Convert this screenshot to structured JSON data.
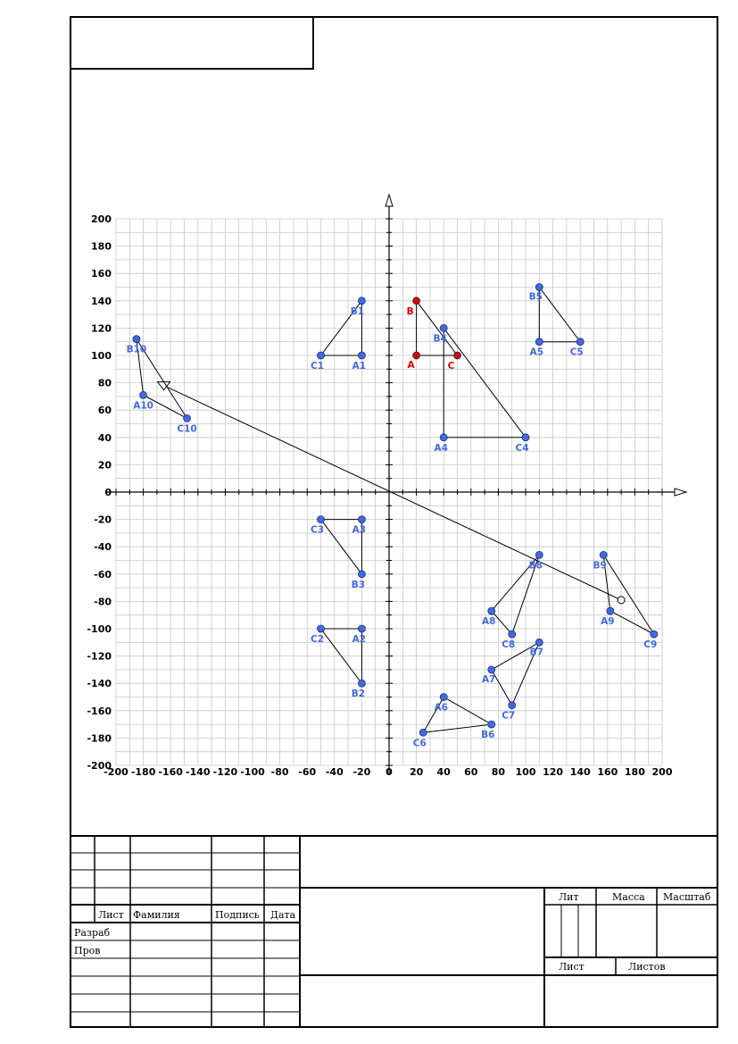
{
  "chart_data": {
    "type": "scatter",
    "xlim": [
      -200,
      200
    ],
    "ylim": [
      -200,
      200
    ],
    "tick_step": 20,
    "grid": true,
    "x_ticks": [
      "-200",
      "-180",
      "-160",
      "-140",
      "-120",
      "-100",
      "-80",
      "-60",
      "-40",
      "-20",
      "0",
      "20",
      "40",
      "60",
      "80",
      "100",
      "120",
      "140",
      "160",
      "180",
      "200"
    ],
    "y_ticks": [
      "200",
      "180",
      "160",
      "140",
      "120",
      "100",
      "80",
      "60",
      "40",
      "20",
      "0",
      "-20",
      "-40",
      "-60",
      "-80",
      "-100",
      "-120",
      "-140",
      "-160",
      "-180",
      "-200"
    ],
    "colors": {
      "base": "#dd0000",
      "derived": "#4169e1",
      "grid": "#c8c8c8"
    },
    "base_triangle": {
      "points": [
        {
          "label": "A",
          "x": 20,
          "y": 100
        },
        {
          "label": "B",
          "x": 20,
          "y": 140
        },
        {
          "label": "C",
          "x": 50,
          "y": 100
        }
      ]
    },
    "triangles": [
      {
        "points": [
          {
            "label": "A1",
            "x": -20,
            "y": 100
          },
          {
            "label": "B1",
            "x": -20,
            "y": 140
          },
          {
            "label": "C1",
            "x": -50,
            "y": 100
          }
        ]
      },
      {
        "points": [
          {
            "label": "A2",
            "x": -20,
            "y": -100
          },
          {
            "label": "B2",
            "x": -20,
            "y": -140
          },
          {
            "label": "C2",
            "x": -50,
            "y": -100
          }
        ]
      },
      {
        "points": [
          {
            "label": "A3",
            "x": -20,
            "y": -20
          },
          {
            "label": "B3",
            "x": -20,
            "y": -60
          },
          {
            "label": "C3",
            "x": -50,
            "y": -20
          }
        ]
      },
      {
        "points": [
          {
            "label": "A4",
            "x": 40,
            "y": 40
          },
          {
            "label": "B4",
            "x": 40,
            "y": 120
          },
          {
            "label": "C4",
            "x": 100,
            "y": 40
          }
        ]
      },
      {
        "points": [
          {
            "label": "A5",
            "x": 110,
            "y": 110
          },
          {
            "label": "B5",
            "x": 110,
            "y": 150
          },
          {
            "label": "C5",
            "x": 140,
            "y": 110
          }
        ]
      },
      {
        "points": [
          {
            "label": "A6",
            "x": 40,
            "y": -150
          },
          {
            "label": "B6",
            "x": 75,
            "y": -170
          },
          {
            "label": "C6",
            "x": 25,
            "y": -176
          }
        ]
      },
      {
        "points": [
          {
            "label": "A7",
            "x": 75,
            "y": -130
          },
          {
            "label": "B7",
            "x": 110,
            "y": -110
          },
          {
            "label": "C7",
            "x": 90,
            "y": -156
          }
        ]
      },
      {
        "points": [
          {
            "label": "A8",
            "x": 75,
            "y": -87
          },
          {
            "label": "B8",
            "x": 110,
            "y": -46
          },
          {
            "label": "C8",
            "x": 90,
            "y": -104
          }
        ]
      },
      {
        "points": [
          {
            "label": "A9",
            "x": 162,
            "y": -87
          },
          {
            "label": "B9",
            "x": 157,
            "y": -46
          },
          {
            "label": "C9",
            "x": 194,
            "y": -104
          }
        ]
      },
      {
        "points": [
          {
            "label": "A10",
            "x": -180,
            "y": 71
          },
          {
            "label": "B10",
            "x": -185,
            "y": 112
          },
          {
            "label": "C10",
            "x": -148,
            "y": 54
          }
        ]
      }
    ],
    "axis_line": {
      "from": {
        "x": -165,
        "y": 78
      },
      "to": {
        "x": 170,
        "y": -79
      }
    }
  },
  "stamp": {
    "col_headers": [
      "Лист",
      "Фамилия",
      "Подпись",
      "Дата"
    ],
    "row_labels": [
      "Разраб",
      "Пров"
    ],
    "right_headers": [
      "Лит",
      "Масса",
      "Масштаб"
    ],
    "sheet_labels": [
      "Лист",
      "Листов"
    ]
  }
}
